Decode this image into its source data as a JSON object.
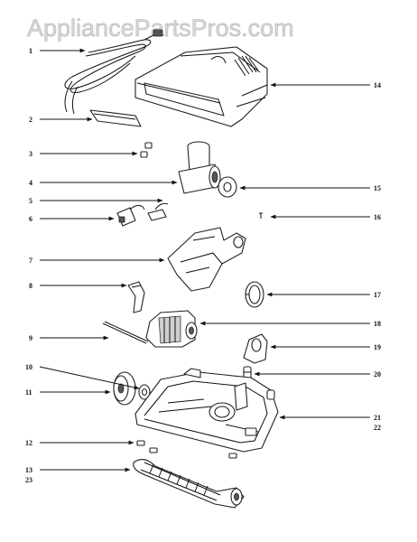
{
  "watermark": "AppliancePartsPros.com",
  "callouts": {
    "c1": "1",
    "c2": "2",
    "c3": "3",
    "c4": "4",
    "c5": "5",
    "c6": "6",
    "c7": "7",
    "c8": "8",
    "c9": "9",
    "c10": "10",
    "c11": "11",
    "c12": "12",
    "c13": "13",
    "c23a": "23",
    "c14": "14",
    "c15": "15",
    "c16": "16",
    "c17": "17",
    "c18": "18",
    "c19": "19",
    "c20": "20",
    "c21": "21",
    "c22": "22"
  },
  "colors": {
    "line": "#111111",
    "watermark": "#d8d8d8",
    "shade": "#cfcfcf"
  }
}
